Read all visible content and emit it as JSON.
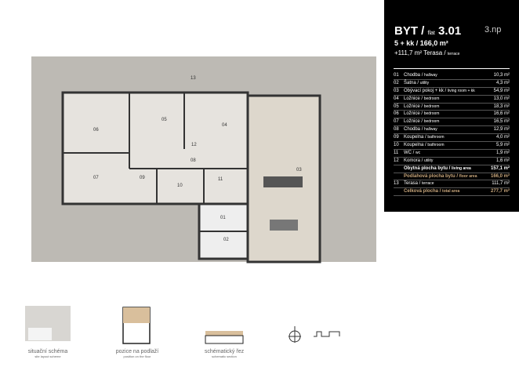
{
  "header": {
    "type": "BYT",
    "flat_label": "flat",
    "flat_no": "3.01",
    "floor": "3.np",
    "layout": "5 + kk / 166,0 m²",
    "terrace_area": "+111,7 m²",
    "terrace_cz": "Terasa",
    "terrace_en": "terrace"
  },
  "rooms": [
    {
      "no": "01",
      "cz": "Chodba",
      "en": "hallway",
      "area": "10,3 m²"
    },
    {
      "no": "02",
      "cz": "Šatna",
      "en": "utility",
      "area": "4,3 m²"
    },
    {
      "no": "03",
      "cz": "Obývací pokoj + kk",
      "en": "living room + kk",
      "area": "54,9 m²"
    },
    {
      "no": "04",
      "cz": "Ložnice",
      "en": "bedroom",
      "area": "13,0 m²"
    },
    {
      "no": "05",
      "cz": "Ložnice",
      "en": "bedroom",
      "area": "18,3 m²"
    },
    {
      "no": "06",
      "cz": "Ložnice",
      "en": "bedroom",
      "area": "16,6 m²"
    },
    {
      "no": "07",
      "cz": "Ložnice",
      "en": "bedroom",
      "area": "16,5 m²"
    },
    {
      "no": "08",
      "cz": "Chodba",
      "en": "hallway",
      "area": "12,9 m²"
    },
    {
      "no": "09",
      "cz": "Koupelna",
      "en": "bathroom",
      "area": "4,0 m²"
    },
    {
      "no": "10",
      "cz": "Koupelna",
      "en": "bathroom",
      "area": "5,9 m²"
    },
    {
      "no": "11",
      "cz": "WC",
      "en": "wc",
      "area": "1,9 m²"
    },
    {
      "no": "12",
      "cz": "Komora",
      "en": "utility",
      "area": "1,6 m²"
    }
  ],
  "living_area": {
    "cz": "Obytná plocha bytu",
    "en": "living area",
    "area": "157,1 m²"
  },
  "floor_area": {
    "cz": "Podlahová plocha bytu",
    "en": "floor area",
    "area": "166,0 m²"
  },
  "terrace": {
    "no": "13",
    "cz": "Terasa",
    "en": "terrace",
    "area": "111,7 m²"
  },
  "total_area": {
    "cz": "Celková plocha",
    "en": "total area",
    "area": "277,7 m²"
  },
  "plan_labels": [
    "13",
    "04",
    "05",
    "06",
    "07",
    "08",
    "09",
    "10",
    "11",
    "12",
    "01",
    "02",
    "03"
  ],
  "captions": [
    {
      "cz": "situační schéma",
      "en": "site layout scheme"
    },
    {
      "cz": "pozice na podlaží",
      "en": "position on the floor"
    },
    {
      "cz": "schématický řez",
      "en": "schematic section"
    }
  ],
  "colors": {
    "panel": "#000000",
    "accent": "#c9a77c",
    "terrace": "#b9b6b0",
    "floor": "#ddd7cc"
  }
}
